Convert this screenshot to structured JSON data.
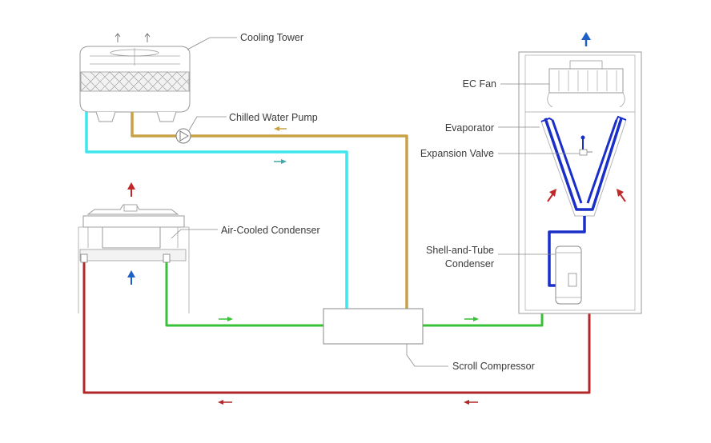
{
  "labels": {
    "cooling_tower": "Cooling Tower",
    "chilled_water_pump": "Chilled Water Pump",
    "air_cooled_condenser": "Air-Cooled Condenser",
    "ec_fan": "EC Fan",
    "evaporator": "Evaporator",
    "expansion_valve": "Expansion Valve",
    "shell_tube_line1": "Shell-and-Tube",
    "shell_tube_line2": "Condenser",
    "scroll_compressor": "Scroll Compressor"
  },
  "colors": {
    "cyan_line": "#3ee6ee",
    "gold_line": "#c9a248",
    "green_line": "#38c038",
    "red_line": "#b0282a",
    "blue_line": "#1a2ec8",
    "up_arrow_red": "#c0282a",
    "up_arrow_blue": "#1f5fc8"
  },
  "icons": [
    "up-arrow-icon",
    "flow-arrow-icon",
    "fan-icon",
    "pump-icon",
    "valve-icon"
  ]
}
